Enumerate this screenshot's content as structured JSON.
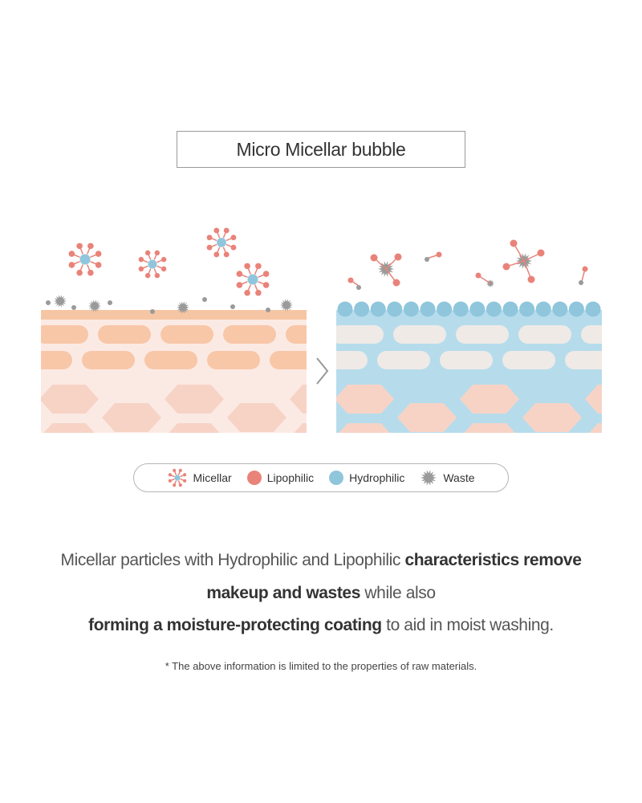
{
  "title": "Micro Micellar bubble",
  "legend": [
    {
      "key": "micellar",
      "label": "Micellar"
    },
    {
      "key": "lipophilic",
      "label": "Lipophilic"
    },
    {
      "key": "hydrophilic",
      "label": "Hydrophilic"
    },
    {
      "key": "waste",
      "label": "Waste"
    }
  ],
  "colors": {
    "lipophilic": "#e9837a",
    "hydrophilic": "#8fc6dc",
    "waste": "#9a9a9a",
    "skin_light": "#fbeae4",
    "skin_cell": "#f8c7a8",
    "skin_top": "#f6c6a4",
    "skin_deep": "#f7d3c6",
    "water": "#b6dcec",
    "water_cell": "#efeae6"
  },
  "description": {
    "line1_a": "Micellar particles with Hydrophilic and Lipophilic ",
    "line1_b": "characteristics remove",
    "line2_a": "makeup and wastes",
    "line2_b": " while also",
    "line3_a": "forming a moisture-protecting coating",
    "line3_b": " to aid in moist washing."
  },
  "footnote": "* The above information is limited to the properties of raw materials."
}
